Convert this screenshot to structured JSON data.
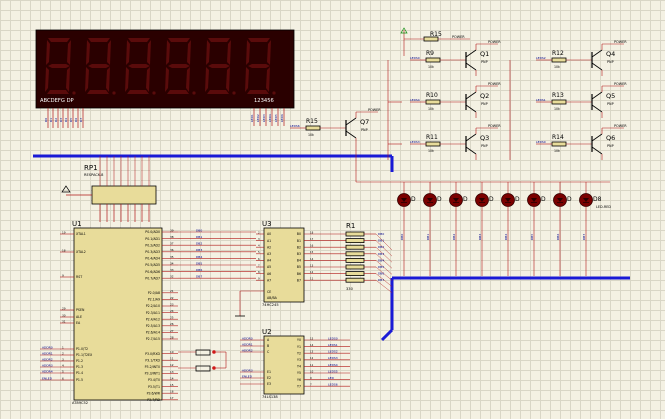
{
  "display": {
    "segment_label": "ABCDEFG DP",
    "digit_label": "123456",
    "digit_count": 6,
    "segment_color": "#5a0b0b",
    "body_color": "#2a0000",
    "pins_left": [
      "D0",
      "D1",
      "D2",
      "D3",
      "D4",
      "D5",
      "D6",
      "D7"
    ],
    "pins_right": [
      "LED1",
      "LED2",
      "LED3",
      "LED4",
      "LED5",
      "LED6"
    ]
  },
  "rp1": {
    "name": "RP1",
    "part": "RESPACK-8"
  },
  "u1": {
    "name": "U1",
    "part": "AT89C52",
    "left_pins": [
      {
        "num": "19",
        "label": "XTAL1"
      },
      {
        "num": "18",
        "label": "XTAL2"
      },
      {
        "num": "9",
        "label": "RST"
      },
      {
        "num": "29",
        "label": "PSEN"
      },
      {
        "num": "30",
        "label": "ALE"
      },
      {
        "num": "31",
        "label": "EA"
      },
      {
        "num": "1",
        "label": "P1.0/T2"
      },
      {
        "num": "2",
        "label": "P1.1/T2EX"
      },
      {
        "num": "3",
        "label": "P1.2"
      },
      {
        "num": "4",
        "label": "P1.3"
      },
      {
        "num": "5",
        "label": "P1.4"
      },
      {
        "num": "6",
        "label": "P1.5"
      }
    ],
    "left_nets": [
      "ADDR0",
      "ADDR1",
      "ADDR2",
      "ADDR3",
      "ADDR4",
      "ENLED"
    ],
    "right_pins": [
      "P0.0/AD0",
      "P0.1/AD1",
      "P0.2/AD2",
      "P0.3/AD3",
      "P0.4/AD4",
      "P0.5/AD5",
      "P0.6/AD6",
      "P0.7/AD7",
      "P2.0/A8",
      "P2.1/A9",
      "P2.2/A10",
      "P2.3/A11",
      "P2.4/A12",
      "P2.5/A13",
      "P2.6/A14",
      "P2.7/A15",
      "P3.0/RXD",
      "P3.1/TXD",
      "P3.2/INT0",
      "P3.3/INT1",
      "P3.4/T0",
      "P3.5/T1",
      "P3.6/WR",
      "P3.7/RD"
    ],
    "right_nums": [
      "39",
      "38",
      "37",
      "36",
      "35",
      "34",
      "33",
      "32",
      "21",
      "22",
      "23",
      "24",
      "25",
      "26",
      "27",
      "28",
      "10",
      "11",
      "12",
      "13",
      "14",
      "15",
      "16",
      "17"
    ],
    "p0_nets": [
      "DB0",
      "DB1",
      "DB2",
      "DB3",
      "DB4",
      "DB5",
      "DB6",
      "DB7"
    ]
  },
  "u3": {
    "name": "U3",
    "part": "74HC245",
    "a_pins": [
      "A0",
      "A1",
      "A2",
      "A3",
      "A4",
      "A5",
      "A6",
      "A7"
    ],
    "b_pins": [
      "B0",
      "B1",
      "B2",
      "B3",
      "B4",
      "B5",
      "B6",
      "B7"
    ],
    "ctrl": [
      "CE",
      "AB/BA"
    ],
    "a_nums": [
      "2",
      "3",
      "4",
      "5",
      "6",
      "7",
      "8",
      "9"
    ],
    "b_nums": [
      "18",
      "17",
      "16",
      "15",
      "14",
      "13",
      "12",
      "11"
    ]
  },
  "r1": {
    "name": "R1",
    "value": "330",
    "nets": [
      "DB0",
      "DB1",
      "DB2",
      "DB3",
      "DB4",
      "DB5",
      "DB6",
      "DB7"
    ]
  },
  "u2": {
    "name": "U2",
    "part": "74LS138",
    "in_pins": [
      "A",
      "B",
      "C",
      "E1",
      "E2",
      "E3"
    ],
    "in_nets": [
      "ADDR0",
      "ADDR1",
      "ADDR2",
      "ADDR3",
      "ENLED"
    ],
    "out_pins": [
      "Y0",
      "Y1",
      "Y2",
      "Y3",
      "Y4",
      "Y5",
      "Y6",
      "Y7"
    ],
    "out_nets": [
      "LEDS0",
      "LEDS1",
      "LEDS2",
      "LEDS3",
      "LEDS4",
      "LEDS5",
      "LED",
      "LEDS6"
    ],
    "out_nums": [
      "15",
      "14",
      "13",
      "12",
      "11",
      "10",
      "9",
      "7"
    ]
  },
  "transistors": [
    {
      "name": "Q1",
      "type": "PNP",
      "res": "R9",
      "val": "10k",
      "net": "LEDS0"
    },
    {
      "name": "Q2",
      "type": "PNP",
      "res": "R10",
      "val": "10k",
      "net": "LEDS4"
    },
    {
      "name": "Q3",
      "type": "PNP",
      "res": "R11",
      "val": "10k",
      "net": "LEDS3"
    },
    {
      "name": "Q4",
      "type": "PNP",
      "res": "R12",
      "val": "10k",
      "net": "LEDS2"
    },
    {
      "name": "Q5",
      "type": "PNP",
      "res": "R13",
      "val": "10k",
      "net": "LEDS1"
    },
    {
      "name": "Q6",
      "type": "PNP",
      "res": "R14",
      "val": "10k",
      "net": "LEDS0"
    },
    {
      "name": "Q7",
      "type": "PNP",
      "res": "R15",
      "val": "10k",
      "net": "LEDS6"
    }
  ],
  "power_label": "POWER",
  "leds": {
    "prefix": "D",
    "count": 8,
    "last_label": "D8",
    "part": "LED-RED",
    "nets": [
      "DB0",
      "DB1",
      "DB2",
      "DB3",
      "DB4",
      "DB5",
      "DB6",
      "DB7"
    ]
  },
  "colors": {
    "wire": "#b01616",
    "bus": "#1a1ad6",
    "body": "#e8dc9a",
    "text": "#000088"
  }
}
